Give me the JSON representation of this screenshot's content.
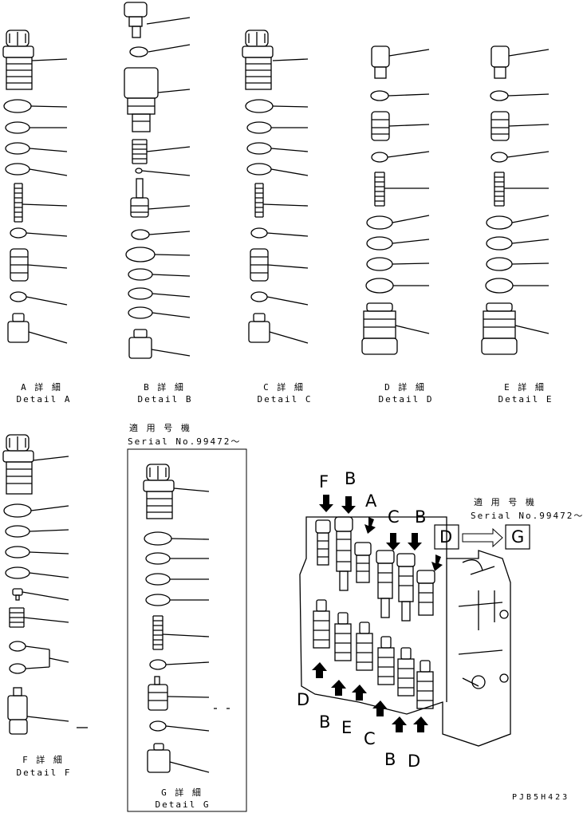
{
  "details": [
    {
      "jp": "A 詳 細",
      "en": "Detail A"
    },
    {
      "jp": "B 詳 細",
      "en": "Detail B"
    },
    {
      "jp": "C 詳 細",
      "en": "Detail C"
    },
    {
      "jp": "D 詳 細",
      "en": "Detail D"
    },
    {
      "jp": "E 詳 細",
      "en": "Detail E"
    },
    {
      "jp": "F 詳 細",
      "en": "Detail F"
    },
    {
      "jp": "G 詳 細",
      "en": "Detail G"
    }
  ],
  "serial_g": {
    "jp": "適 用 号 機",
    "text": "Serial No.99472～"
  },
  "serial_right": {
    "jp": "適 用 号 機",
    "text": "Serial No.99472～"
  },
  "arrows": {
    "top": [
      "F",
      "B",
      "A",
      "C",
      "B"
    ],
    "bottom": [
      "D",
      "B",
      "E",
      "C",
      "B",
      "D"
    ],
    "box_from": "D",
    "box_to": "G"
  },
  "drawing_code": "PJB5H423"
}
